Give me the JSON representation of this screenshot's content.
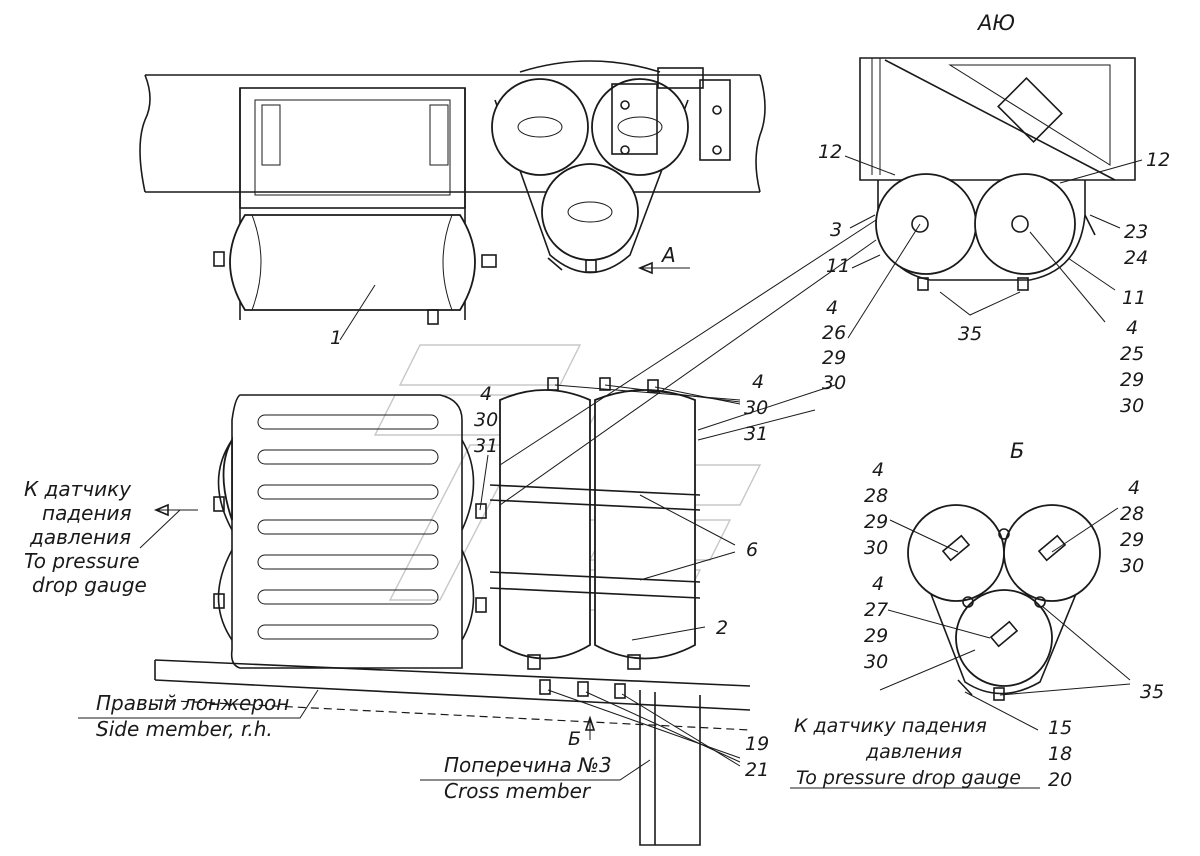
{
  "view_labels": {
    "view_a": "АЮ",
    "view_b": "Б",
    "arrow_a": "А",
    "arrow_b": "Б"
  },
  "callouts": {
    "c1": "1",
    "c2": "2",
    "c3": "3",
    "c6": "6",
    "c11_left": "11",
    "c11_right": "11",
    "c12_left": "12",
    "c12_right": "12",
    "c19": "19",
    "c21": "21",
    "c23": "23",
    "c24": "24",
    "c35_top": "35",
    "c35_bottom": "35",
    "stack_4_26_29_30": [
      "4",
      "26",
      "29",
      "30"
    ],
    "stack_4_25_29_30": [
      "4",
      "25",
      "29",
      "30"
    ],
    "stack_4_30_31_left": [
      "4",
      "30",
      "31"
    ],
    "stack_4_30_31_right": [
      "4",
      "30",
      "31"
    ],
    "stack_b_left": [
      "4",
      "28",
      "29",
      "30"
    ],
    "stack_b_right": [
      "4",
      "28",
      "29",
      "30"
    ],
    "stack_b_mid": [
      "4",
      "27",
      "29",
      "30"
    ],
    "stack_15_18_20": [
      "15",
      "18",
      "20"
    ]
  },
  "annotations": {
    "left_sensor": [
      "К датчику",
      "падения",
      "давления",
      "To pressure",
      "drop gauge"
    ],
    "side_member": [
      "Правый лонжерон",
      "Side member, r.h."
    ],
    "cross_member": [
      "Поперечина №3",
      "Cross member"
    ],
    "right_sensor": [
      "К датчику падения",
      "давления",
      "To pressure drop gauge"
    ]
  }
}
